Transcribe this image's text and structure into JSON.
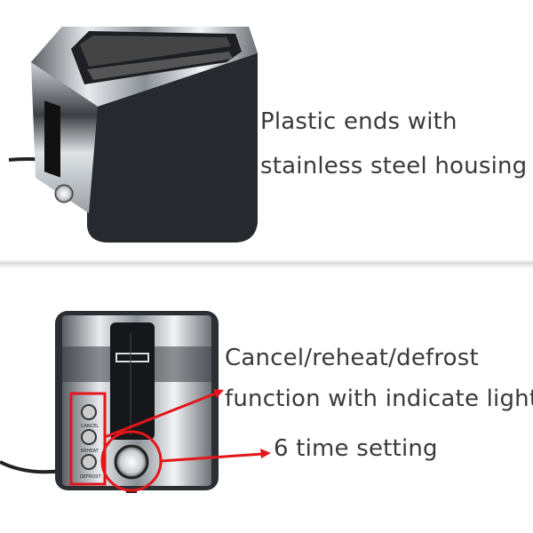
{
  "top_panel": {
    "caption_line1": "Plastic ends with",
    "caption_line2": "stainless steel housing"
  },
  "bottom_panel": {
    "caption_buttons_line1": "Cancel/reheat/defrost",
    "caption_buttons_line2": "function with indicate light",
    "caption_dial": "6 time setting",
    "button_labels": [
      "CANCEL",
      "REHEAT",
      "DEFROST"
    ]
  },
  "colors": {
    "annotation": "#e3161b",
    "text": "#3a3a3a",
    "body": "#2b2e33"
  }
}
